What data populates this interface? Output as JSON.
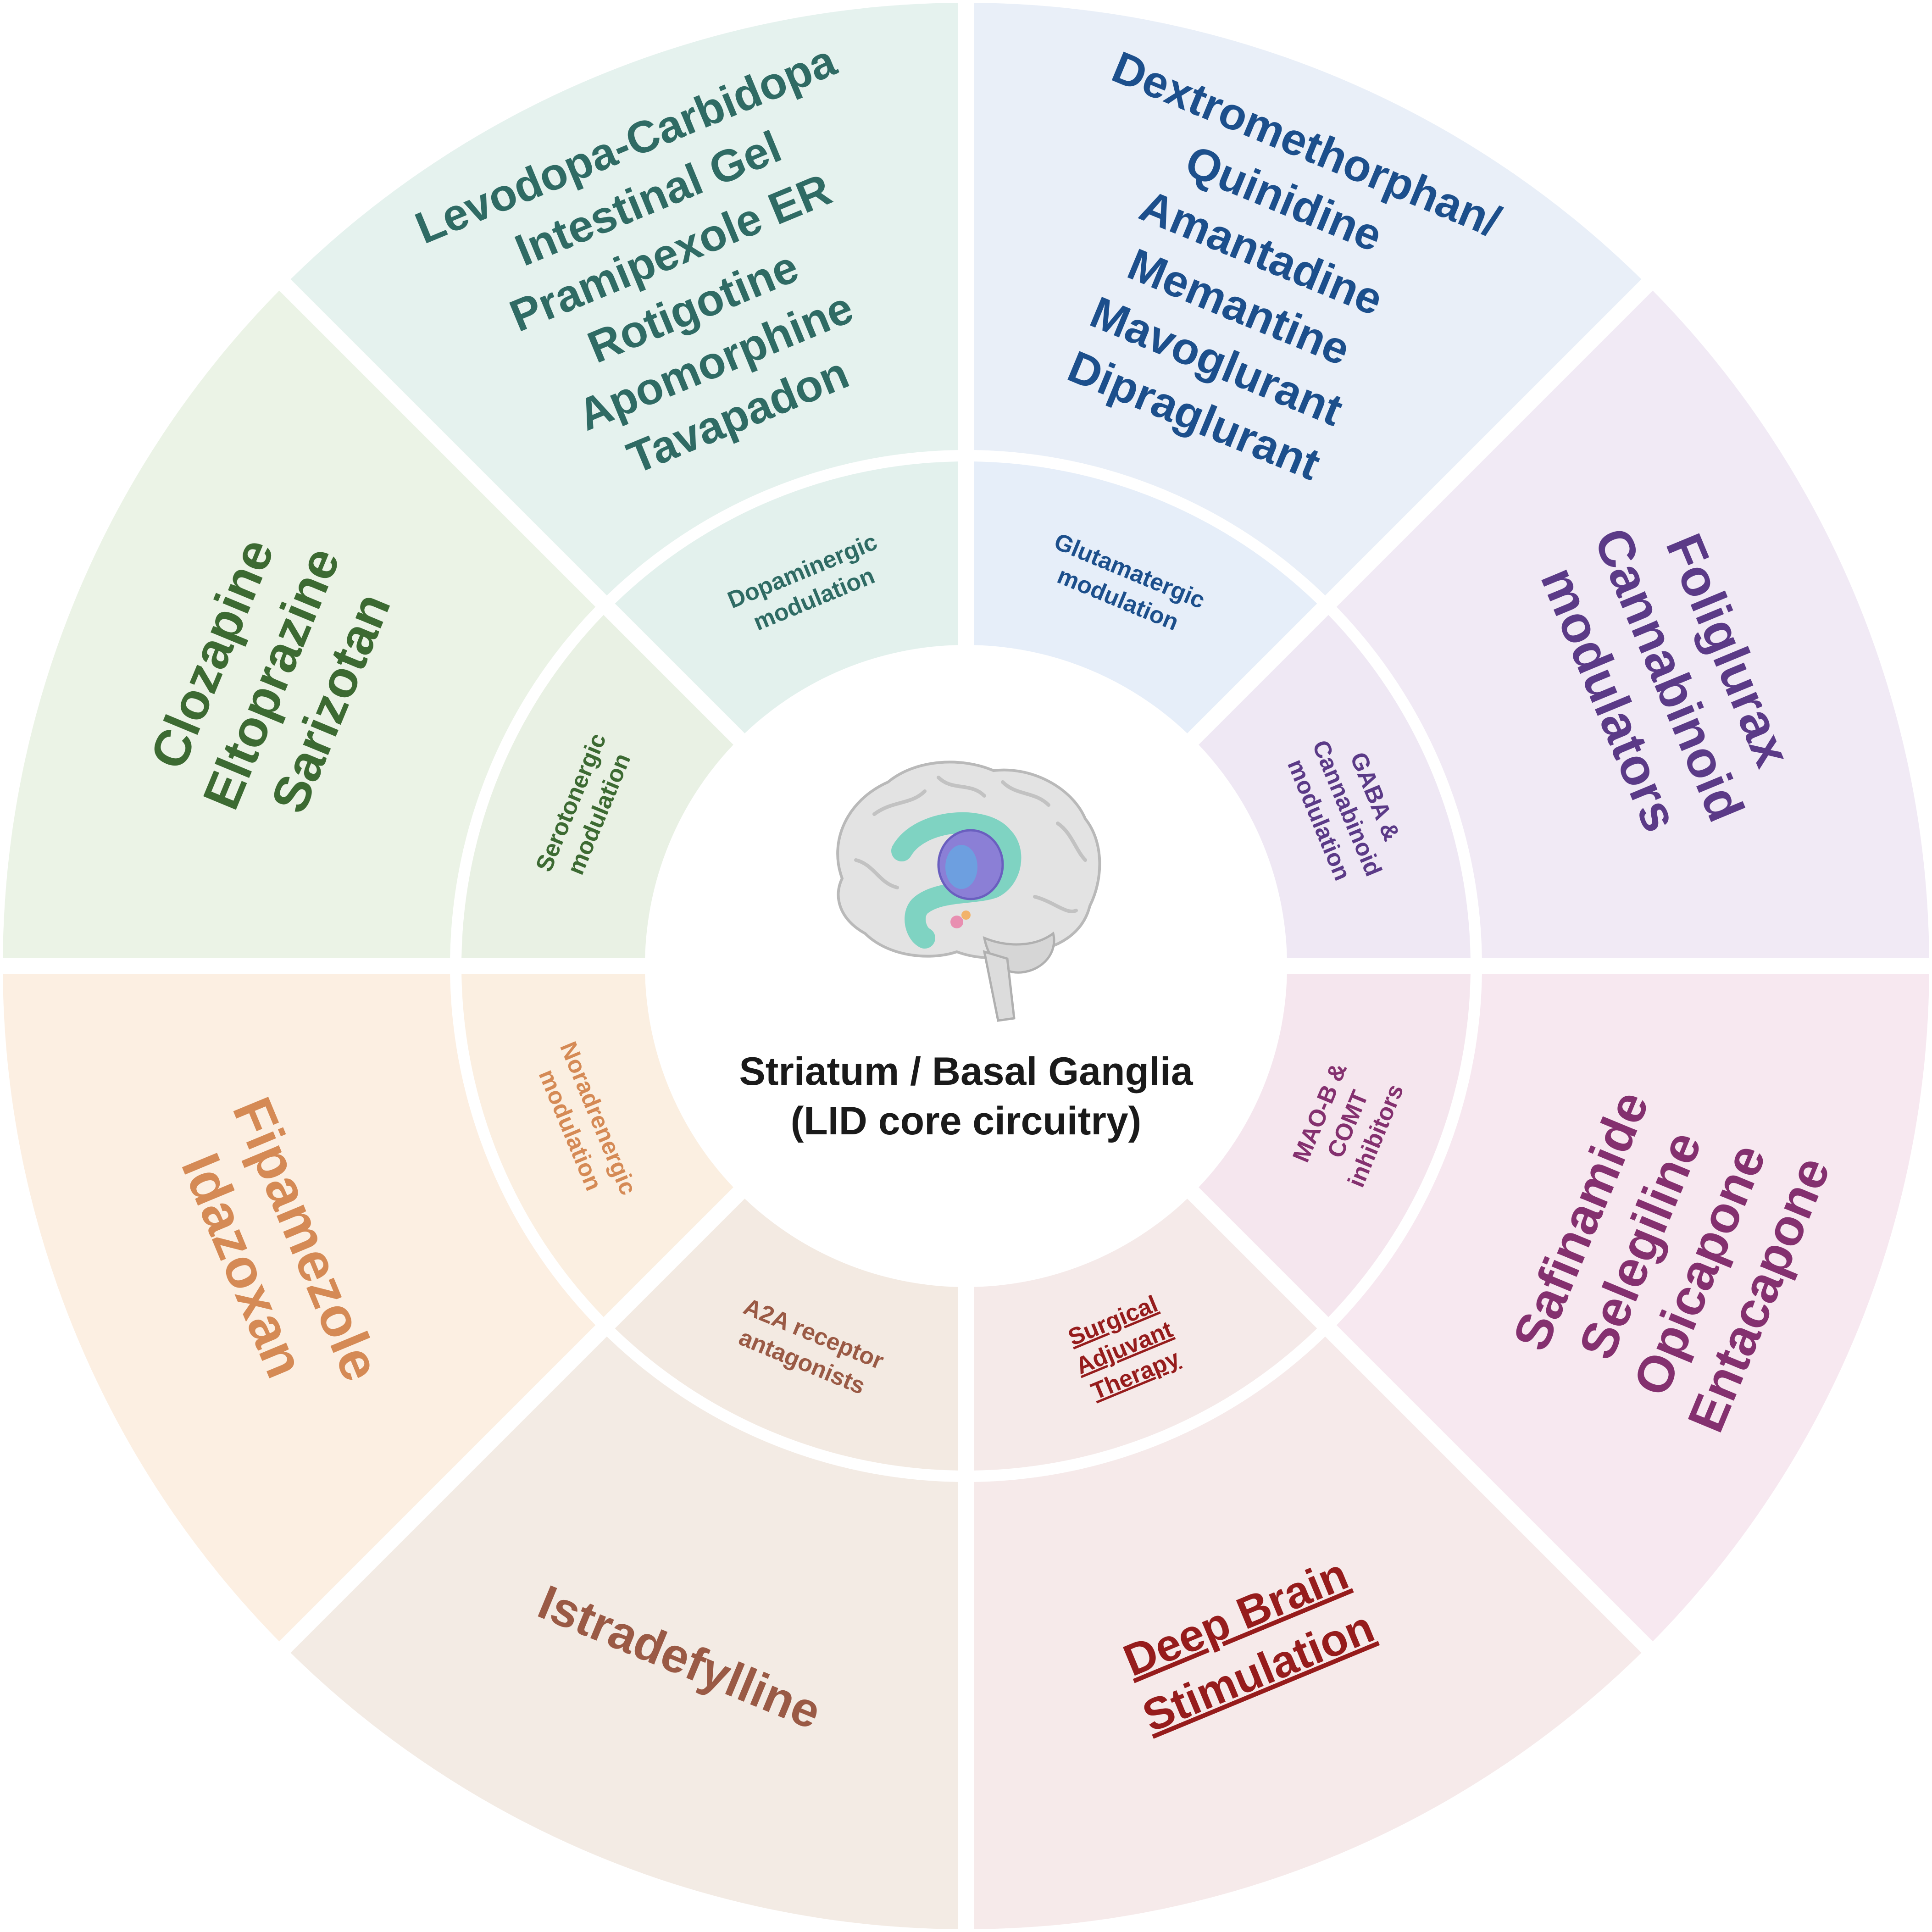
{
  "center": {
    "title_line1": "Striatum / Basal Ganglia",
    "title_line2": "(LID core circuitry)"
  },
  "sectors": [
    {
      "key": "dopaminergic",
      "color": "#2f6b64",
      "outer_fill": "#e5f2ee",
      "inner_fill": "#e3f1ed",
      "category": [
        "Dopaminergic",
        "modulation"
      ],
      "drugs": [
        "Levodopa-Carbidopa",
        "Intestinal Gel",
        "Pramipexole ER",
        "Rotigotine",
        "Apomorphine",
        "Tavapadon"
      ],
      "underline": false
    },
    {
      "key": "glutamatergic",
      "color": "#1c4f8c",
      "outer_fill": "#e9eff8",
      "inner_fill": "#e6eef9",
      "category": [
        "Glutamatergic",
        "modulation"
      ],
      "drugs": [
        "Dextromethorphan/",
        "Quinidine",
        "Amantadine",
        "Memantine",
        "Mavoglurant",
        "Dipraglurant"
      ],
      "underline": false
    },
    {
      "key": "gaba-cannabinoid",
      "color": "#5b3a87",
      "outer_fill": "#f1eaf5",
      "inner_fill": "#efe8f4",
      "category": [
        "GABA &",
        "Cannabinoid",
        "modulation"
      ],
      "drugs": [
        "Foliglurax",
        "Cannabinoid",
        "modulators"
      ],
      "underline": false
    },
    {
      "key": "mao-comt",
      "color": "#84306f",
      "outer_fill": "#f7e8f0",
      "inner_fill": "#f5e6ee",
      "category": [
        "MAO-B &",
        "COMT",
        "inhibitors"
      ],
      "drugs": [
        "Safinamide",
        "Selegiline",
        "Opicapone",
        "Entacapone"
      ],
      "underline": false
    },
    {
      "key": "surgical",
      "color": "#961c1c",
      "outer_fill": "#f6eaea",
      "inner_fill": "#f5eae9",
      "category": [
        "Surgical",
        "Adjuvant",
        "Therapy"
      ],
      "drugs": [
        "Deep Brain",
        "Stimulation"
      ],
      "underline": true
    },
    {
      "key": "a2a",
      "color": "#9a5a45",
      "outer_fill": "#f3ebe4",
      "inner_fill": "#f3eae2",
      "category": [
        "A2A receptor",
        "antagonists"
      ],
      "drugs": [
        "Istradefylline"
      ],
      "underline": false
    },
    {
      "key": "noradrenergic",
      "color": "#d58a55",
      "outer_fill": "#fcefe2",
      "inner_fill": "#fbefe1",
      "category": [
        "Noradrenergic",
        "modulation"
      ],
      "drugs": [
        "Fipamezole",
        "Idazoxan"
      ],
      "underline": false
    },
    {
      "key": "serotonergic",
      "color": "#3c6a32",
      "outer_fill": "#ebf3e6",
      "inner_fill": "#e9f1e4",
      "category": [
        "Serotonergic",
        "modulation"
      ],
      "drugs": [
        "Clozapine",
        "Eltoprazine",
        "Sarizotan"
      ],
      "underline": false
    }
  ]
}
